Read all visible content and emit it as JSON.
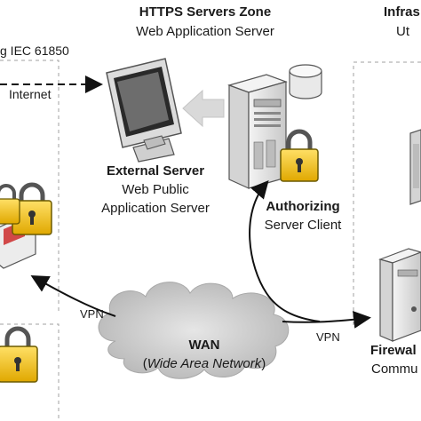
{
  "zone": {
    "title": "HTTPS Servers Zone",
    "subtitle": "Web Application Server"
  },
  "left_zone": {
    "partial_label": "g IEC 61850"
  },
  "right_zone": {
    "partial_title": "Infras",
    "partial_subtitle": "Ut"
  },
  "connections": {
    "internet": "Internet",
    "vpn_left": "VPN",
    "vpn_right": "VPN"
  },
  "external_server": {
    "title": "External Server",
    "line1": "Web Public",
    "line2": "Application Server"
  },
  "authorizing": {
    "title": "Authorizing",
    "subtitle": "Server Client"
  },
  "wan": {
    "title": "WAN",
    "subtitle": "Wide Area Network"
  },
  "firewall": {
    "partial_title": "Firewal",
    "partial_subtitle": "Commu"
  },
  "colors": {
    "lock_body": "#f2c419",
    "lock_outline": "#6b5a00",
    "server_body": "#e6e6e6",
    "cloud": "#c9c9c9",
    "accent_red": "#cc2b2b",
    "dash": "#999999"
  }
}
